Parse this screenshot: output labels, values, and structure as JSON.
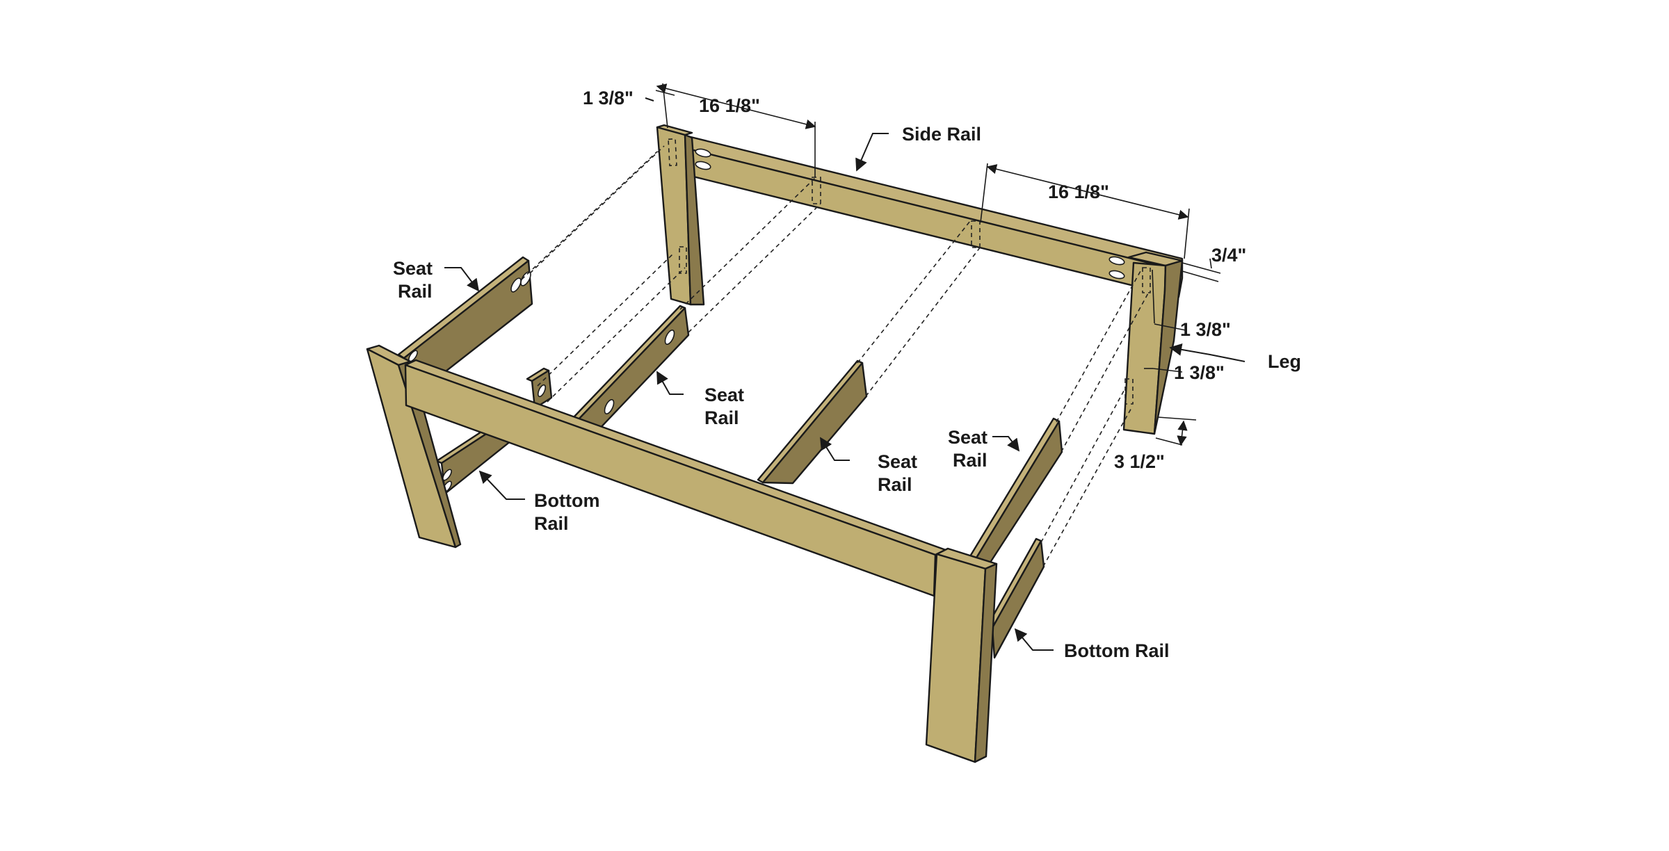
{
  "labels": {
    "dim_1_3_8_top": "1 3/8\"",
    "dim_16_1_8_left": "16 1/8\"",
    "side_rail": "Side Rail",
    "dim_16_1_8_right": "16 1/8\"",
    "dim_3_4": "3/4\"",
    "dim_1_3_8_a": "1 3/8\"",
    "leg": "Leg",
    "dim_1_3_8_b": "1 3/8\"",
    "dim_3_1_2": "3 1/2\"",
    "seat_rail_left_1": "Seat",
    "seat_rail_left_2": "Rail",
    "seat_rail_mid_1": "Seat",
    "seat_rail_mid_2": "Rail",
    "seat_rail_center_1": "Seat",
    "seat_rail_center_2": "Rail",
    "seat_rail_right_1": "Seat",
    "seat_rail_right_2": "Rail",
    "bottom_rail_left_1": "Bottom",
    "bottom_rail_left_2": "Rail",
    "bottom_rail_right": "Bottom Rail"
  },
  "colors": {
    "wood_top": "#c4b27a",
    "wood_side": "#8a7a4c",
    "outline": "#1a1a1a"
  }
}
